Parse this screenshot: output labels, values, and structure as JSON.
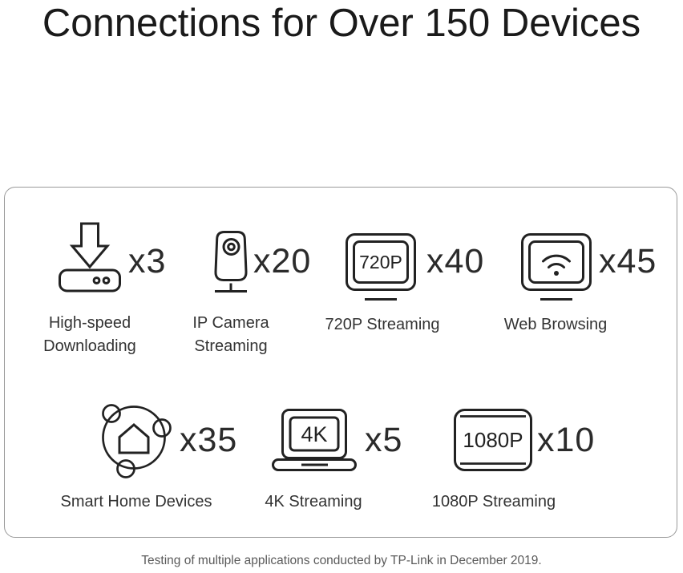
{
  "title": "Connections for Over 150 Devices",
  "footer": "Testing of multiple applications conducted by TP-Link in December 2019.",
  "items": [
    {
      "name": "high-speed-downloading",
      "icon": "download-icon",
      "multiplier": "x3",
      "label_lines": [
        "High-speed",
        "Downloading"
      ]
    },
    {
      "name": "ip-camera-streaming",
      "icon": "ip-camera-icon",
      "multiplier": "x20",
      "label_lines": [
        "IP Camera",
        "Streaming"
      ]
    },
    {
      "name": "720p-streaming",
      "icon": "monitor-720p-icon",
      "multiplier": "x40",
      "label_lines": [
        "720P Streaming"
      ],
      "screen_text": "720P"
    },
    {
      "name": "web-browsing",
      "icon": "monitor-wifi-icon",
      "multiplier": "x45",
      "label_lines": [
        "Web Browsing"
      ]
    },
    {
      "name": "smart-home-devices",
      "icon": "smart-home-icon",
      "multiplier": "x35",
      "label_lines": [
        "Smart Home Devices"
      ]
    },
    {
      "name": "4k-streaming",
      "icon": "laptop-4k-icon",
      "multiplier": "x5",
      "label_lines": [
        "4K Streaming"
      ],
      "screen_text": "4K"
    },
    {
      "name": "1080p-streaming",
      "icon": "tv-1080p-icon",
      "multiplier": "x10",
      "label_lines": [
        "1080P Streaming"
      ],
      "screen_text": "1080P"
    }
  ],
  "colors": {
    "title": "#1a1a1a",
    "icon_stroke": "#222222",
    "multiplier": "#2b2b2b",
    "label": "#333333",
    "footer": "#5a5a5a",
    "panel_border": "#999999",
    "background": "#ffffff"
  }
}
